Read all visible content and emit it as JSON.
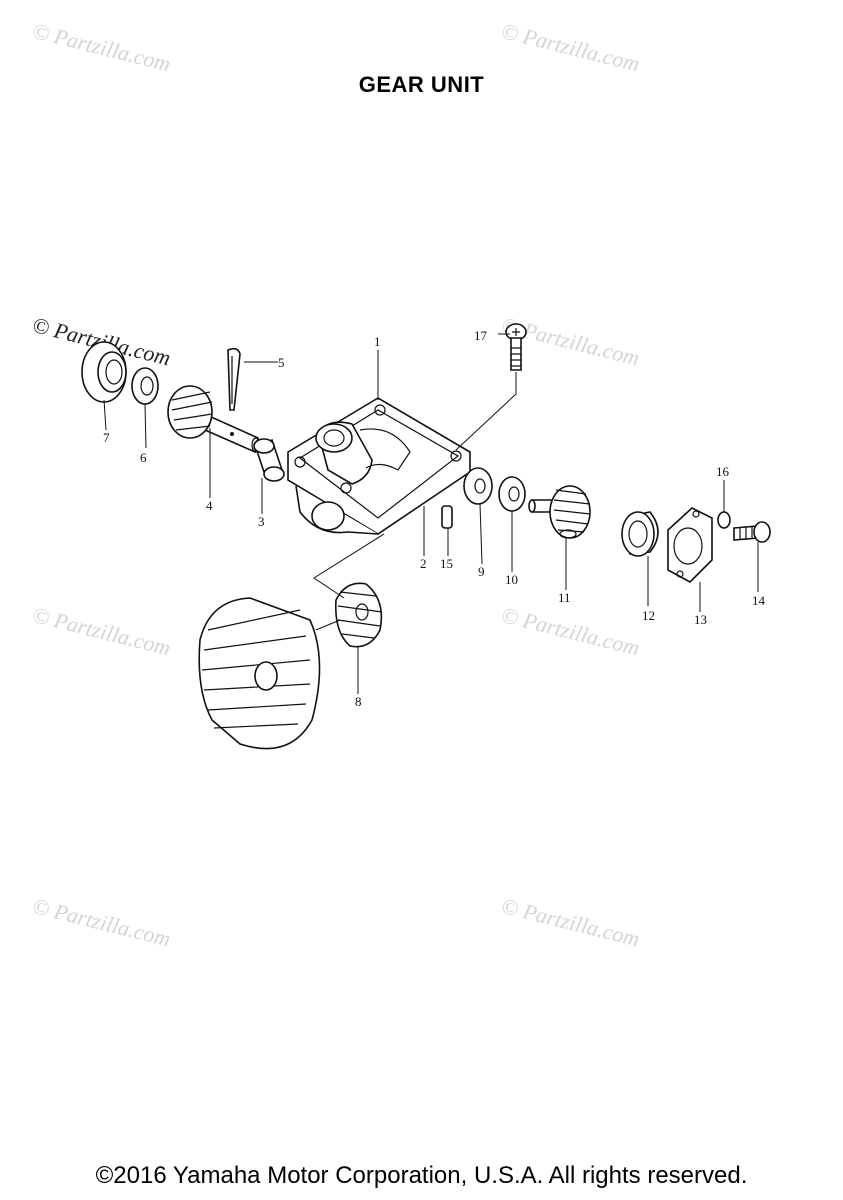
{
  "title": "GEAR UNIT",
  "footer": "©2016 Yamaha Motor Corporation, U.S.A. All rights reserved.",
  "watermark": "© Partzilla.com",
  "callouts": [
    "1",
    "2",
    "3",
    "4",
    "5",
    "6",
    "7",
    "8",
    "9",
    "10",
    "11",
    "12",
    "13",
    "14",
    "15",
    "16",
    "17"
  ]
}
